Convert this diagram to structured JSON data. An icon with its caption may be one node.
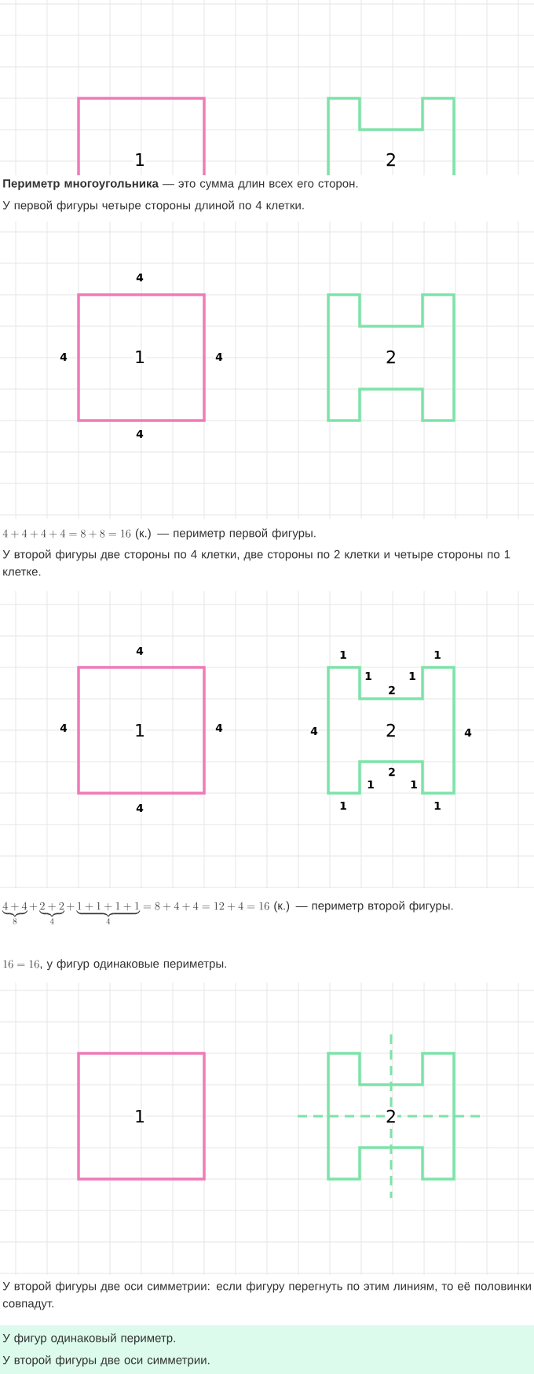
{
  "diagram": {
    "nodes": [
      {
        "text": [
          "1"
        ]
      },
      {
        "text": [
          "2"
        ]
      },
      {
        "text": [
          "1"
        ],
        "beside": [
          "4",
          "4",
          "4",
          "4"
        ]
      },
      {
        "text": [
          "2"
        ]
      },
      {
        "text": [
          "1"
        ],
        "beside": [
          "4",
          "4",
          "4",
          "4"
        ]
      },
      {
        "text": [
          "2"
        ],
        "beside": [
          "1",
          "1",
          "1",
          "1",
          "2",
          "4",
          "4",
          "2",
          "1",
          "1",
          "1",
          "1"
        ]
      },
      {
        "text": [
          "1"
        ]
      },
      {
        "text": [
          "2"
        ]
      }
    ],
    "labels": [
      "**Периметр многоугольника** — это сумма длин всех его сторон.",
      "У первой фигуры четыре стороны длиной по 4 клетки.",
      "4+4+4+4=8+8=16",
      "(к.) — периметр первой фигуры.",
      "У второй фигуры две стороны по 4 клетки, две стороны по 2 клетки и четыре стороны по 1 клетке.",
      "\\underbrace{4+4}_{8}+\\underbrace{2+2}_{4}+\\underbrace{1+1+1+1}_{4}=8+4+4=12+4=16",
      "(к.) — периметр второй фигуры.",
      "16=16",
      ", у фигур одинаковые периметры.",
      "У второй фигуры две оси симметрии: если фигуру перегнуть по этим линиям, то её половинки совпадут.",
      "У фигур одинаковый периметр.",
      "У второй фигуры две оси симметрии."
    ]
  }
}
